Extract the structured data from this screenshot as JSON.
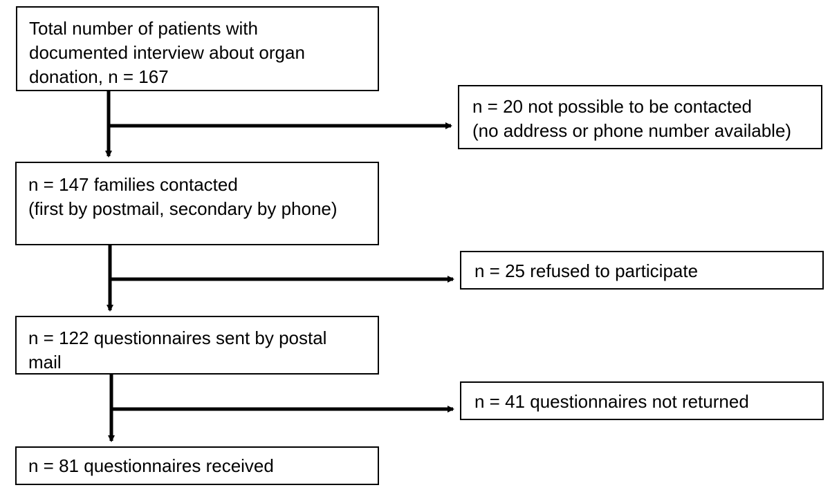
{
  "flowchart": {
    "main_steps": [
      {
        "lines": [
          "Total number of patients with",
          "documented interview about organ",
          "donation, n = 167"
        ]
      },
      {
        "lines": [
          "n = 147 families contacted",
          "(first by postmail, secondary by phone)"
        ]
      },
      {
        "lines": [
          "n = 122 questionnaires sent by postal",
          "mail"
        ]
      },
      {
        "lines": [
          "n = 81 questionnaires received"
        ]
      }
    ],
    "exclusions": [
      {
        "lines": [
          "n = 20 not possible to be contacted",
          "(no address or phone number available)"
        ]
      },
      {
        "lines": [
          "n = 25 refused to participate"
        ]
      },
      {
        "lines": [
          "n = 41 questionnaires not returned"
        ]
      }
    ]
  }
}
